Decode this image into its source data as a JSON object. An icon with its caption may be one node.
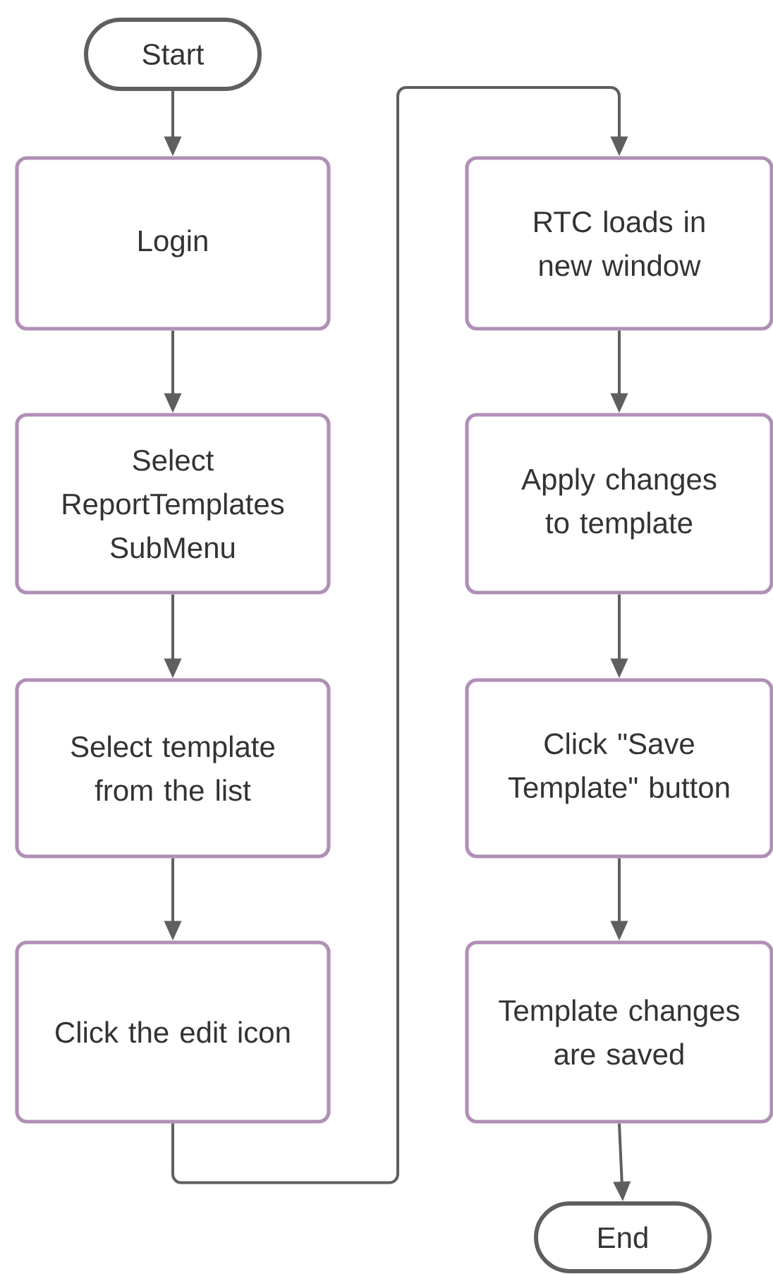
{
  "diagram": {
    "nodes": [
      {
        "text": [
          "Start"
        ]
      },
      {
        "text": [
          "Login"
        ]
      },
      {
        "text": [
          "Select ReportTemplates SubMenu"
        ]
      },
      {
        "text": [
          "Select template from the list"
        ]
      },
      {
        "text": [
          "Click the edit icon"
        ]
      },
      {
        "text": [
          "RTC loads in new window"
        ]
      },
      {
        "text": [
          "Apply changes to template"
        ]
      },
      {
        "text": [
          "Click \"Save Template\" button"
        ]
      },
      {
        "text": [
          "Template changes are saved"
        ]
      },
      {
        "text": [
          "End"
        ]
      }
    ],
    "edges": [
      {
        "from": 0,
        "to": 1,
        "arrow": "to"
      },
      {
        "from": 1,
        "to": 2,
        "arrow": "to"
      },
      {
        "from": 2,
        "to": 3,
        "arrow": "to"
      },
      {
        "from": 3,
        "to": 4,
        "arrow": "to"
      },
      {
        "from": 4,
        "to": 5,
        "arrow": "to"
      },
      {
        "from": 5,
        "to": 6,
        "arrow": "to"
      },
      {
        "from": 6,
        "to": 7,
        "arrow": "to"
      },
      {
        "from": 7,
        "to": 8,
        "arrow": "to"
      },
      {
        "from": 8,
        "to": 9,
        "arrow": "to"
      }
    ]
  }
}
